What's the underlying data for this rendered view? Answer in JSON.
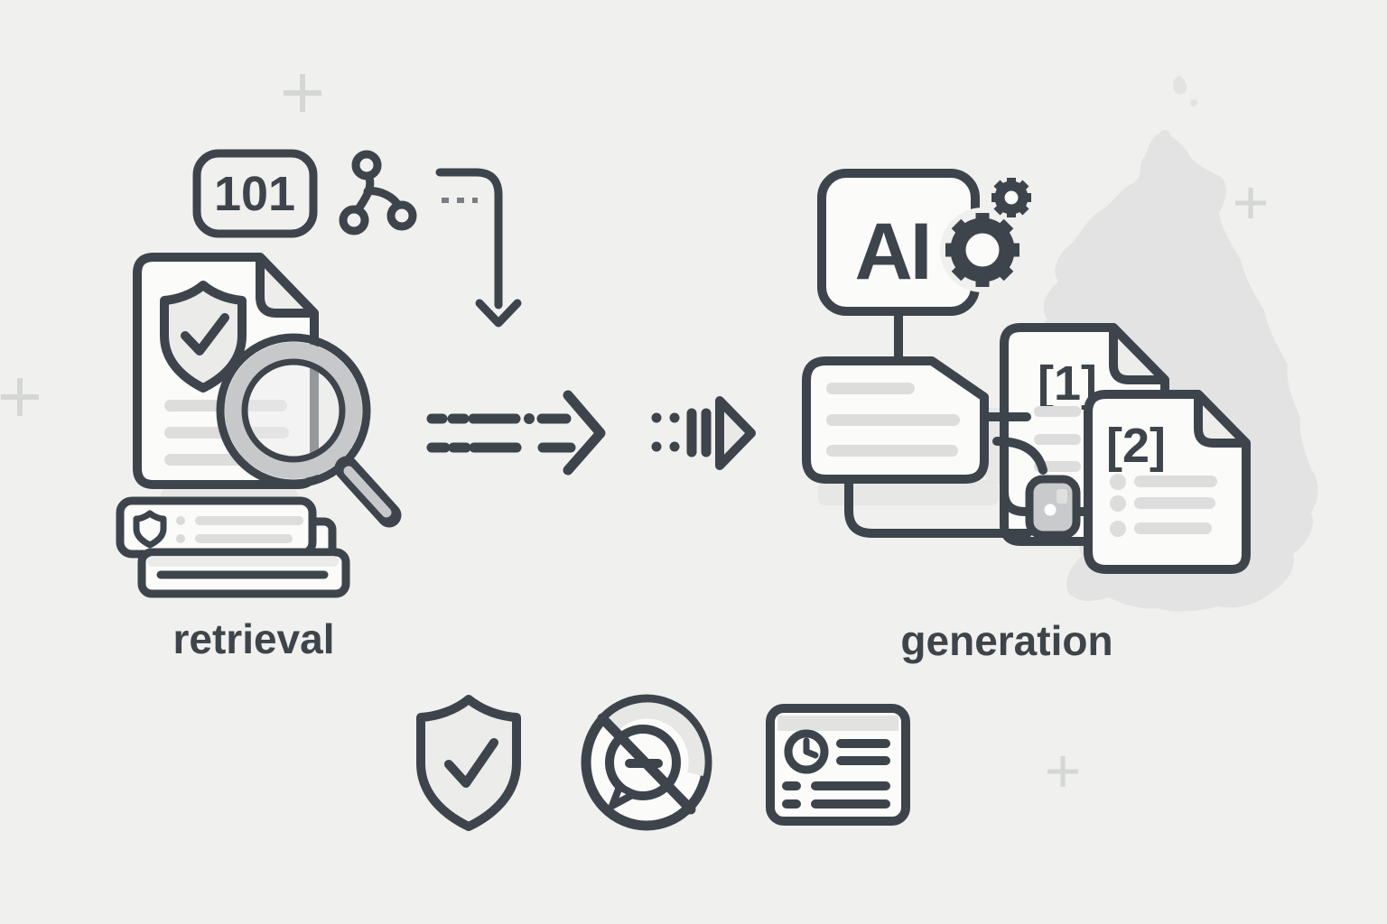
{
  "scene": {
    "type": "illustration",
    "topic": "retrieval-augmented generation pipeline"
  },
  "labels": {
    "badge": "101",
    "ai": "AI",
    "citation_1": "[1]",
    "citation_2": "[2]",
    "left_caption": "retrieval",
    "right_caption": "generation"
  },
  "icons": {
    "left_group": [
      "code-badge-101",
      "branch-network-icon",
      "document-shield-check-icon",
      "magnifier-icon",
      "search-results-stack-icon"
    ],
    "middle_group": [
      "curved-down-arrow-icon",
      "dashed-right-arrow-icon",
      "stream-right-arrow-icon"
    ],
    "right_group": [
      "ai-box-icon",
      "gears-icon",
      "response-bubble-icon",
      "citation-document-1-icon",
      "citation-document-2-icon",
      "link-node-icon"
    ],
    "bottom_group": [
      "shield-check-icon",
      "no-chat-icon",
      "report-clock-icon"
    ],
    "background": [
      "uk-map-silhouette",
      "plus-marks"
    ]
  },
  "colors": {
    "background": "#f0f0ee",
    "stroke": "#3d444b",
    "shape_fill": "#fbfbfa",
    "light_gray": "#e9e9e8",
    "line_gray": "#dcdddc",
    "ring_gray": "#c7c8c9",
    "map_gray": "#e2e3e2",
    "plus_gray": "#d5d6d6"
  }
}
